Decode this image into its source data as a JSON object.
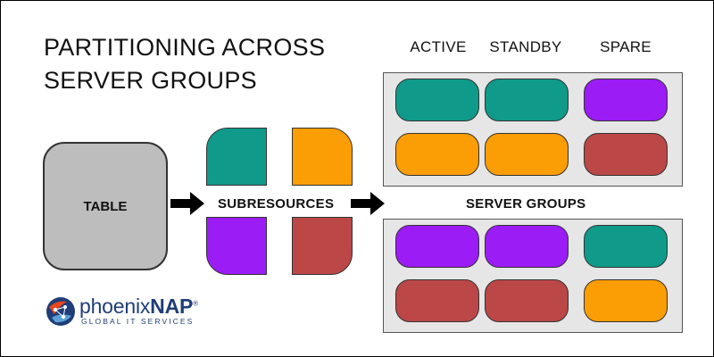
{
  "title": {
    "line1": "PARTITIONING ACROSS",
    "line2": "SERVER GROUPS"
  },
  "columns": {
    "active": "ACTIVE",
    "standby": "STANDBY",
    "spare": "SPARE"
  },
  "labels": {
    "table": "TABLE",
    "subresources": "SUBRESOURCES",
    "server_groups": "SERVER GROUPS"
  },
  "colors": {
    "teal": "#0f9a8a",
    "orange": "#fb9d05",
    "purple": "#9b1cf5",
    "red": "#bb4747",
    "table_gray": "#bdbdbd",
    "panel_gray": "#e6e6e6"
  },
  "subresources": [
    {
      "position": "top-left",
      "color": "teal"
    },
    {
      "position": "top-right",
      "color": "orange"
    },
    {
      "position": "bottom-left",
      "color": "purple"
    },
    {
      "position": "bottom-right",
      "color": "red"
    }
  ],
  "server_groups": [
    {
      "rows": [
        [
          "teal",
          "teal",
          "purple"
        ],
        [
          "orange",
          "orange",
          "red"
        ]
      ]
    },
    {
      "rows": [
        [
          "purple",
          "purple",
          "teal"
        ],
        [
          "red",
          "red",
          "orange"
        ]
      ]
    }
  ],
  "logo": {
    "brand_light": "phoenix",
    "brand_bold": "NAP",
    "registered": "®",
    "tagline": "GLOBAL IT SERVICES",
    "icon": "globe-network-icon"
  }
}
